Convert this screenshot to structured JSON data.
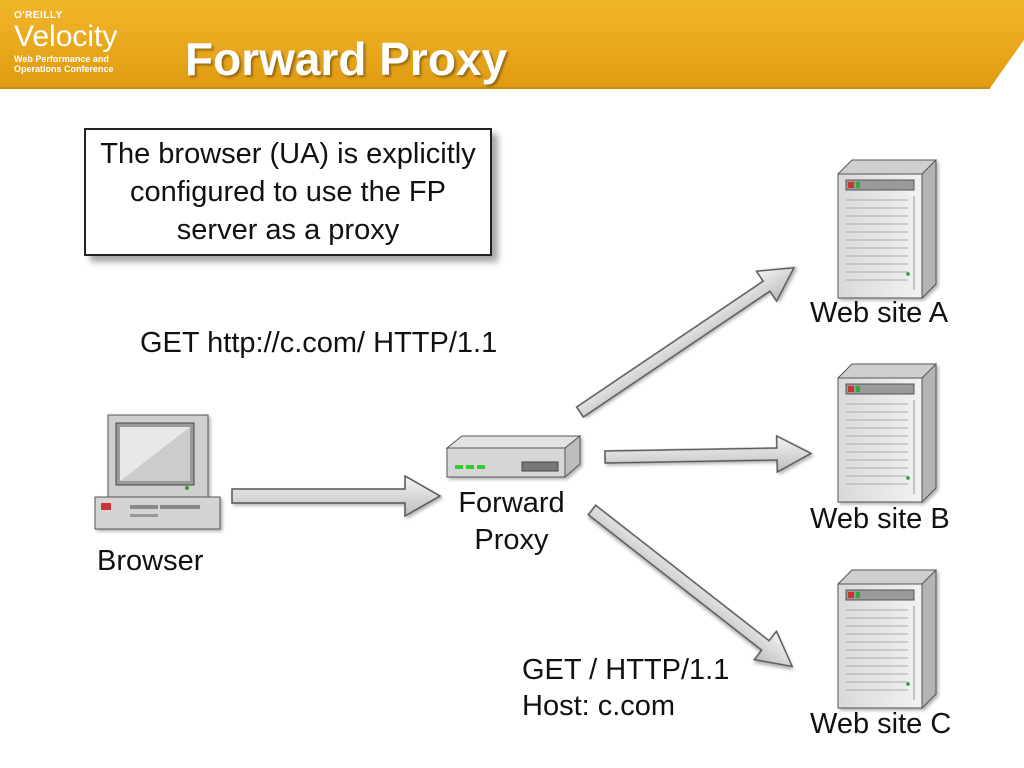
{
  "header": {
    "publisher": "O'REILLY",
    "brand": "Velocity",
    "brand_sub": "Web Performance and Operations Conference",
    "title": "Forward Proxy",
    "color": "#E8A317"
  },
  "note": {
    "text": "The browser (UA) is explicitly configured to use the FP server as a proxy"
  },
  "labels": {
    "request_full": "GET http://c.com/ HTTP/1.1",
    "browser": "Browser",
    "proxy_line1": "Forward",
    "proxy_line2": "Proxy",
    "request_line1": "GET / HTTP/1.1",
    "request_line2": "Host: c.com",
    "site_a": "Web site A",
    "site_b": "Web site B",
    "site_c": "Web site C"
  },
  "icons": [
    "desktop-computer-icon",
    "proxy-server-icon",
    "server-tower-icon"
  ]
}
